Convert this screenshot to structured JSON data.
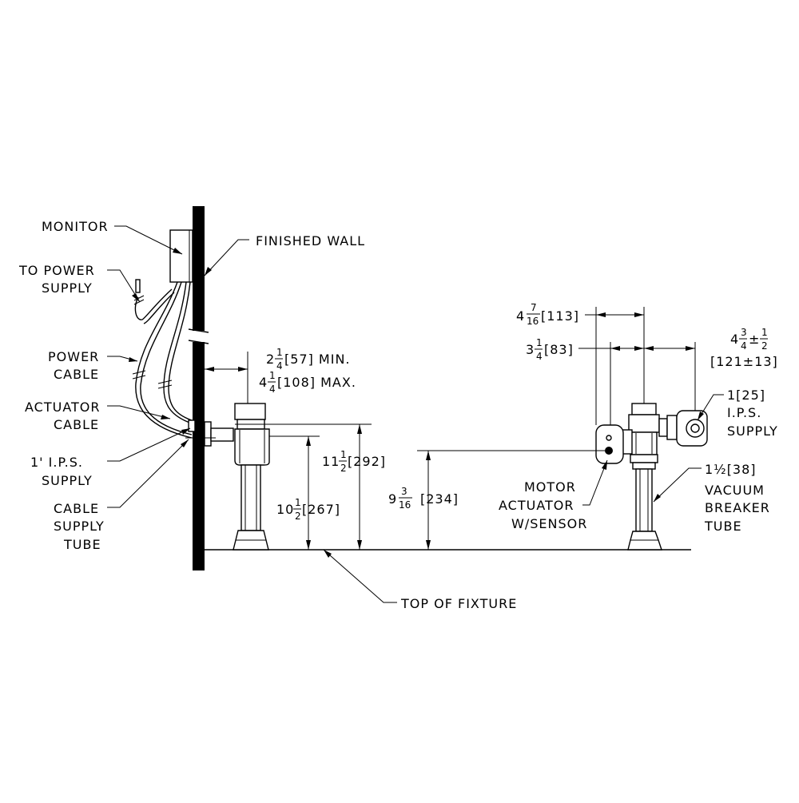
{
  "labels": {
    "monitor": "MONITOR",
    "finished_wall": "FINISHED WALL",
    "to_power_supply_1": "TO POWER",
    "to_power_supply_2": "SUPPLY",
    "power_cable_1": "POWER",
    "power_cable_2": "CABLE",
    "actuator_cable_1": "ACTUATOR",
    "actuator_cable_2": "CABLE",
    "ips_supply_1": "1' I.P.S.",
    "ips_supply_2": "SUPPLY",
    "cable_supply_tube_1": "CABLE",
    "cable_supply_tube_2": "SUPPLY",
    "cable_supply_tube_3": "TUBE",
    "top_of_fixture": "TOP OF FIXTURE",
    "motor_actuator_1": "MOTOR",
    "motor_actuator_2": "ACTUATOR",
    "motor_actuator_3": "W/SENSOR",
    "supply_right_1": "1[25]",
    "supply_right_2": "I.P.S.",
    "supply_right_3": "SUPPLY",
    "vacuum_1": "1½[38]",
    "vacuum_2": "VACUUM",
    "vacuum_3": "BREAKER",
    "vacuum_4": "TUBE"
  },
  "dimensions": {
    "wall_min_whole": "2",
    "wall_min_num": "1",
    "wall_min_den": "4",
    "wall_min_rest": "[57] MIN.",
    "wall_max_whole": "4",
    "wall_max_num": "1",
    "wall_max_den": "4",
    "wall_max_rest": "[108] MAX.",
    "h292_whole": "11",
    "h292_num": "1",
    "h292_den": "2",
    "h292_rest": "[292]",
    "h267_whole": "10",
    "h267_num": "1",
    "h267_den": "2",
    "h267_rest": "[267]",
    "h234_whole": "9",
    "h234_num": "3",
    "h234_den": "16",
    "h234_rest": "[234]",
    "d113_whole": "4",
    "d113_num": "7",
    "d113_den": "16",
    "d113_rest": "[113]",
    "d83_whole": "3",
    "d83_num": "1",
    "d83_den": "4",
    "d83_rest": "[83]",
    "d121_whole": "4",
    "d121_num": "3",
    "d121_den": "4",
    "d121_pm": "±",
    "d121_num2": "1",
    "d121_den2": "2",
    "d121_rest": "[121±13]"
  }
}
